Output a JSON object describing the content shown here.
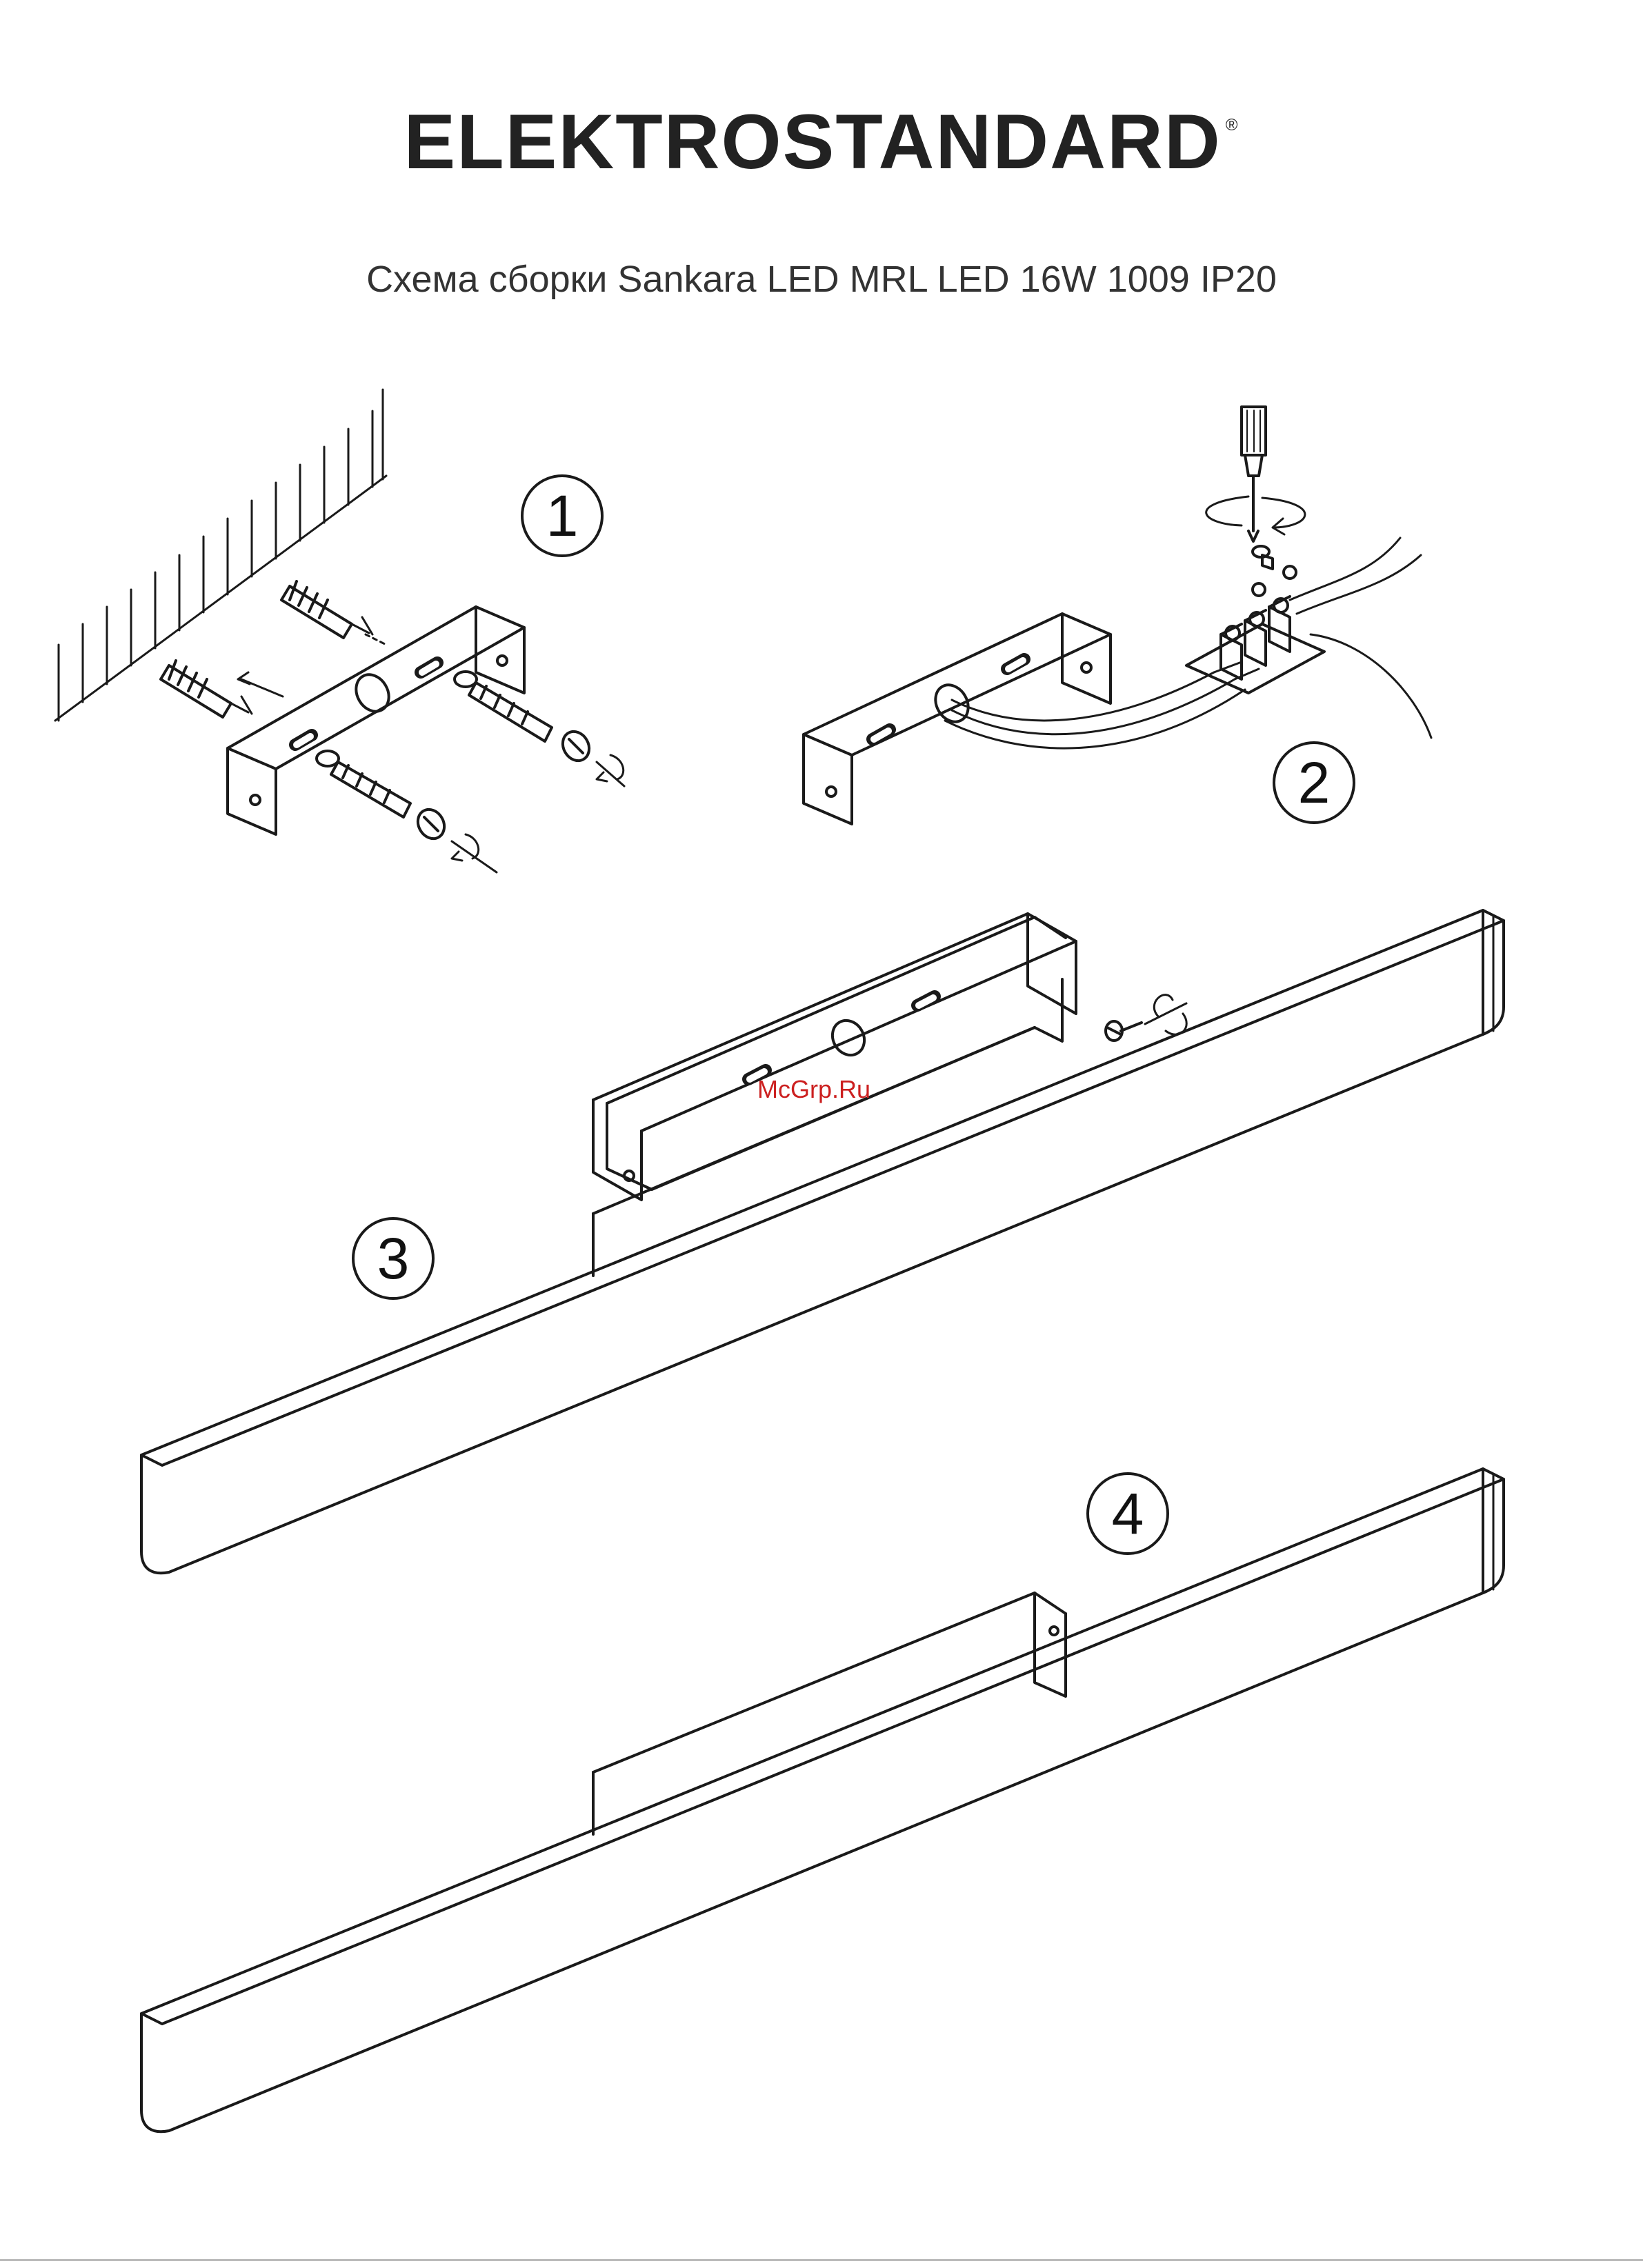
{
  "header": {
    "brand": "ELEKTROSTANDARD",
    "registered_mark": "®",
    "subtitle": "Схема сборки Sankara LED  MRL LED 16W 1009 IP20"
  },
  "watermark": "McGrp.Ru",
  "steps": [
    {
      "label": "1"
    },
    {
      "label": "2"
    },
    {
      "label": "3"
    },
    {
      "label": "4"
    }
  ],
  "colors": {
    "line": "#1a1a1a",
    "watermark": "#cc2020"
  }
}
